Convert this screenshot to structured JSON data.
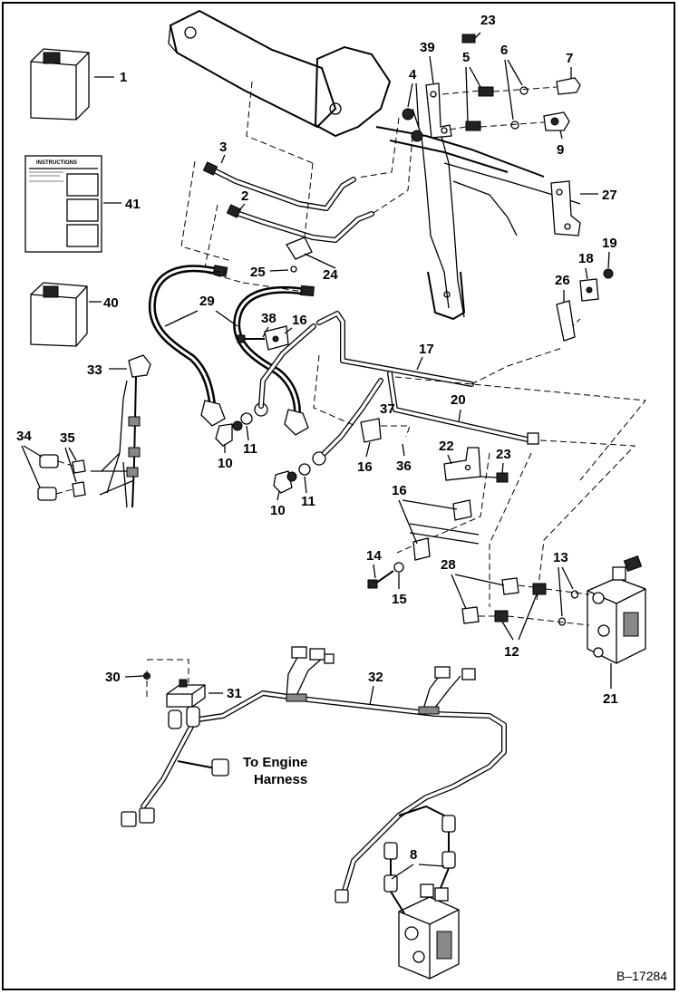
{
  "figure_id": "B–17284",
  "callouts": {
    "c1": "1",
    "c2": "2",
    "c3": "3",
    "c4": "4",
    "c5": "5",
    "c6": "6",
    "c7": "7",
    "c8": "8",
    "c9": "9",
    "c10a": "10",
    "c10b": "10",
    "c11a": "11",
    "c11b": "11",
    "c12": "12",
    "c13": "13",
    "c14": "14",
    "c15": "15",
    "c16a": "16",
    "c16b": "16",
    "c16c": "16",
    "c17": "17",
    "c18": "18",
    "c19": "19",
    "c20": "20",
    "c21": "21",
    "c22": "22",
    "c23a": "23",
    "c23b": "23",
    "c24": "24",
    "c25": "25",
    "c26": "26",
    "c27": "27",
    "c28": "28",
    "c29": "29",
    "c30": "30",
    "c31": "31",
    "c32": "32",
    "c33": "33",
    "c34": "34",
    "c35": "35",
    "c36": "36",
    "c37": "37",
    "c38": "38",
    "c39": "39",
    "c40": "40",
    "c41": "41"
  },
  "note": {
    "line1": "To Engine",
    "line2": "Harness"
  },
  "instructions_title": "INSTRUCTIONS"
}
